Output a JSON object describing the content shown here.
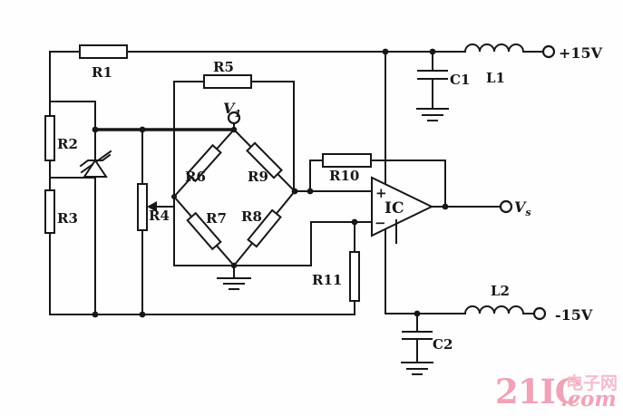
{
  "components": {
    "r1": "R1",
    "r2": "R2",
    "r3": "R3",
    "r4": "R4",
    "r5": "R5",
    "r6": "R6",
    "r7": "R7",
    "r8": "R8",
    "r9": "R9",
    "r10": "R10",
    "r11": "R11",
    "c1": "C1",
    "c2": "C2",
    "l1": "L1",
    "l2": "L2",
    "ic": "IC"
  },
  "opamp": {
    "plus": "+",
    "minus": "−"
  },
  "terminals": {
    "pos_rail": "+15V",
    "neg_rail": "-15V",
    "bridge_top": {
      "base": "V",
      "sub": "1"
    },
    "output": {
      "base": "V",
      "sub": "s"
    }
  },
  "watermark": {
    "brand": "21IC",
    "site": "电子网",
    "domain": ".com"
  },
  "colors": {
    "line": "#171717",
    "background": "#ffffff",
    "watermark_primary": "#f0a2b6",
    "watermark_secondary": "#f5bccb"
  }
}
